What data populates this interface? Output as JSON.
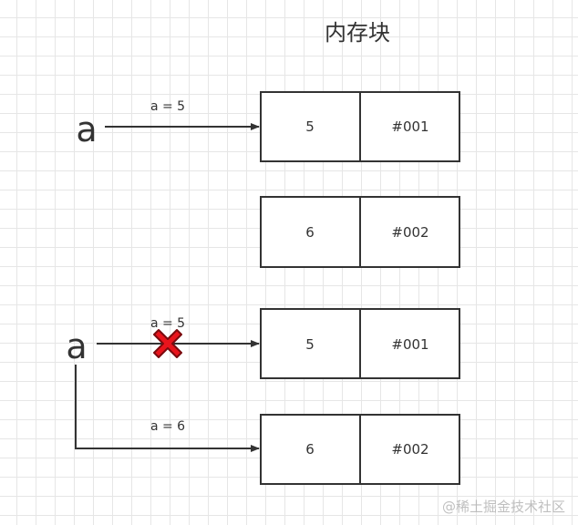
{
  "title": "内存块",
  "watermark": "@稀土掘金技术社区",
  "colors": {
    "stroke": "#333333",
    "cross_fill": "#e8141c",
    "cross_stroke": "#7a0a0e"
  },
  "diagram1": {
    "variable": "a",
    "arrow_label": "a = 5",
    "blocks": [
      {
        "value": "5",
        "address": "#001"
      },
      {
        "value": "6",
        "address": "#002"
      }
    ]
  },
  "diagram2": {
    "variable": "a",
    "old_arrow_label": "a = 5",
    "new_arrow_label": "a = 6",
    "cross_icon": "cross-icon",
    "blocks": [
      {
        "value": "5",
        "address": "#001"
      },
      {
        "value": "6",
        "address": "#002"
      }
    ]
  }
}
